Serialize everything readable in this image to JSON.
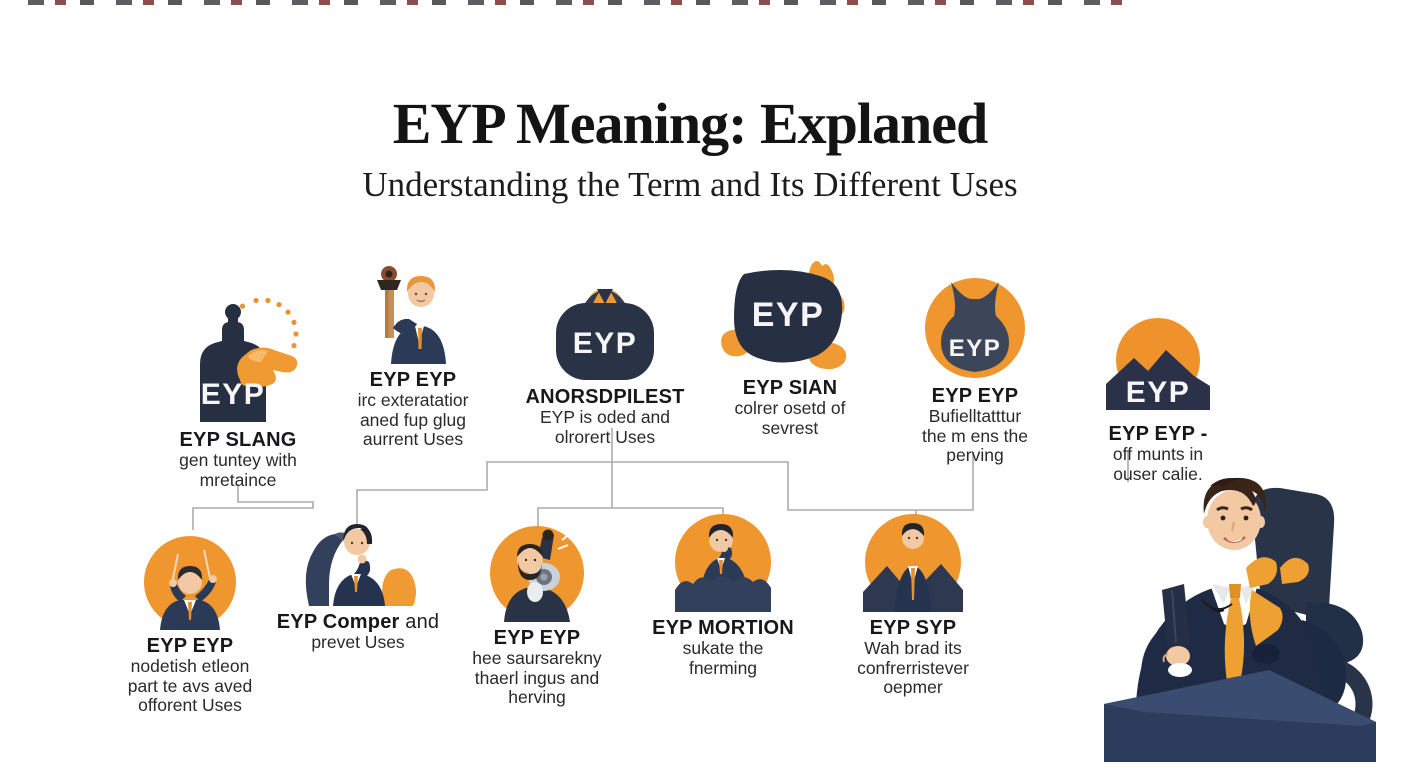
{
  "header": {
    "title": "EYP Meaning: Explaned",
    "subtitle": "Understanding the Term and Its Different Uses"
  },
  "palette": {
    "orange": "#F0962E",
    "navy_icon": "#2A3245",
    "suit_navy": "#1F2B45",
    "skin": "#F2C9A2",
    "connector_gray": "#ACACAC",
    "title_text": "#141414",
    "label_text": "#2A2A2A"
  },
  "nodes": [
    {
      "icon": "ink-bottle-badge-icon",
      "badge": "EYP",
      "title": "EYP SLANG",
      "lines": [
        "gen tuntey with",
        "mretaince"
      ]
    },
    {
      "icon": "man-with-torch-icon",
      "title": "EYP EYP",
      "lines": [
        "irc exteratatior",
        "aned fup glug",
        "aurrent Uses"
      ]
    },
    {
      "icon": "bag-badge-icon",
      "badge": "EYP",
      "title": "ANORSDPILEST",
      "lines": [
        "EYP is oded and",
        "olrorert Uses"
      ]
    },
    {
      "icon": "blob-badge-icon",
      "badge": "EYP",
      "title": "EYP SIAN",
      "lines": [
        "colrer osetd of",
        "sevrest"
      ]
    },
    {
      "icon": "bat-circle-badge-icon",
      "badge": "EYP",
      "title": "EYP EYP",
      "lines": [
        "Bufielltatttur",
        "the m ens the",
        "perving"
      ]
    },
    {
      "icon": "mountain-sun-badge-icon",
      "badge": "EYP",
      "title": "EYP EYP -",
      "lines": [
        "off munts in",
        "ouser calie."
      ]
    },
    {
      "icon": "presenter-circle-icon",
      "title": "EYP EYP",
      "lines": [
        "nodetish etleon",
        "part te avs aved",
        "offorent Uses"
      ]
    },
    {
      "icon": "thinker-with-bag-icon",
      "title": "EYP Comper",
      "title_suffix": " and",
      "lines": [
        "prevet Uses"
      ]
    },
    {
      "icon": "bearded-man-circle-icon",
      "title": "EYP EYP",
      "lines": [
        "hee saursarekny",
        "thaerl ingus and",
        "herving"
      ]
    },
    {
      "icon": "thinking-man-circle-icon",
      "title": "EYP MORTION",
      "lines": [
        "sukate the",
        "fnerming"
      ]
    },
    {
      "icon": "suited-man-mountains-circle-icon",
      "title": "EYP SYP",
      "lines": [
        "Wah brad its",
        "confrerristever",
        "oepmer"
      ]
    }
  ]
}
